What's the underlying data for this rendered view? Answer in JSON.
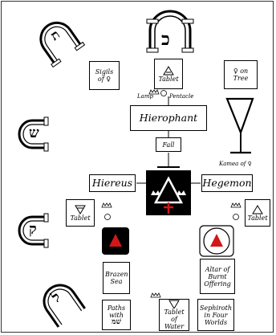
{
  "diagram": {
    "hebrew_letters": [
      "כ",
      "ת",
      "ש",
      "ק",
      "ל"
    ],
    "boxes": {
      "sigils": "Sigils of ♀",
      "tablet_top": "Tablet",
      "on_tree": "♀ on Tree",
      "hierophant": "Hierophant",
      "fall": "Fall",
      "hiereus": "Hiereus",
      "hegemon": "Hegemon",
      "tablet_left": "Tablet",
      "tablet_right": "Tablet",
      "brazen_sea": "Brazen Sea",
      "altar": "Altar of Burnt Offering",
      "paths": "Paths with",
      "paths_hebrew": "שׁמ",
      "tablet_water": "Tablet of Water",
      "sephiroth": "Sephiroth in Four Worlds"
    },
    "labels": {
      "lamp": "Lamp",
      "pentacle": "Pentacle",
      "kamea": "Kamea of ♀"
    },
    "colors": {
      "black": "#000000",
      "red": "#d01818"
    }
  }
}
